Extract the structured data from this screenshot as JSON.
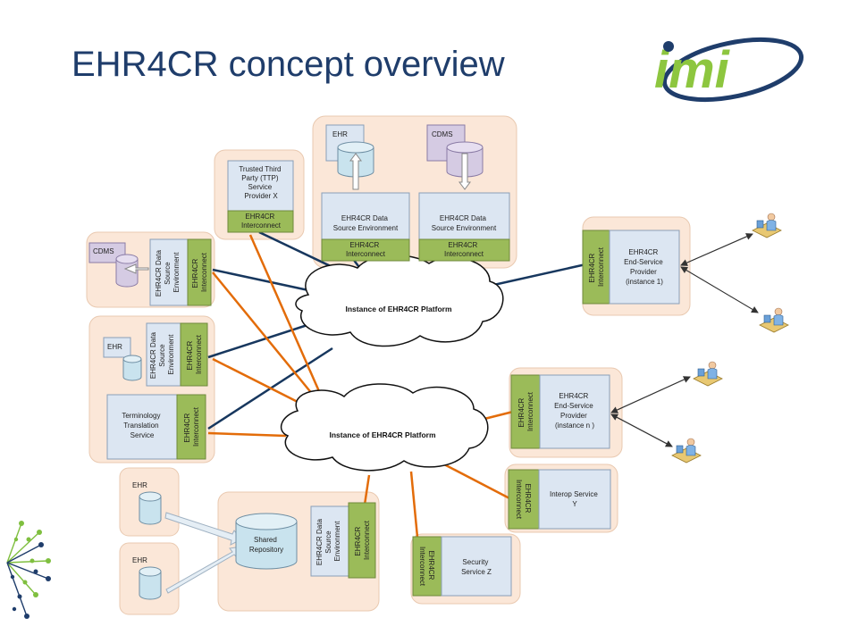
{
  "slide": {
    "title": "EHR4CR concept overview"
  },
  "logo": {
    "text": "imi"
  },
  "colors": {
    "title": "#1f3d6b",
    "cluster_fill": "#fbe7d8",
    "interconnect_green": "#9bbb59",
    "box_fill": "#dce6f2",
    "db_ehr": "#c9e3ee",
    "db_cdms": "#d5cbe3",
    "link_navy": "#17375e",
    "link_orange": "#e36c09",
    "logo_green": "#8dc63f",
    "logo_navy": "#1f3d6b"
  },
  "clouds": [
    {
      "id": "platform-1",
      "label": "Instance of EHR4CR Platform"
    },
    {
      "id": "platform-2",
      "label": "Instance of EHR4CR Platform"
    }
  ],
  "nodes": {
    "ttp": {
      "service_lines": [
        "Trusted Third",
        "Party (TTP)",
        "Service",
        "Provider X"
      ],
      "interconnect_lines": [
        "EHR4CR",
        "Interconnect"
      ]
    },
    "top_ehr": {
      "db_label": "EHR",
      "env_lines": [
        "EHR4CR Data",
        "Source Environment"
      ],
      "interconnect_lines": [
        "EHR4CR",
        "Interconnect"
      ]
    },
    "top_cdms": {
      "db_label": "CDMS",
      "env_lines": [
        "EHR4CR Data",
        "Source Environment"
      ],
      "interconnect_lines": [
        "EHR4CR",
        "Interconnect"
      ]
    },
    "left_cdms": {
      "db_label": "CDMS",
      "env_lines": [
        "EHR4CR Data",
        "Source",
        "Environment"
      ],
      "interconnect_lines": [
        "EHR4CR",
        "Interconnect"
      ]
    },
    "left_ehr": {
      "db_label": "EHR",
      "env_lines": [
        "EHR4CR Data",
        "Source",
        "Environment"
      ],
      "interconnect_lines": [
        "EHR4CR",
        "Interconnect"
      ]
    },
    "terminology": {
      "service_lines": [
        "Terminology",
        "Translation",
        "Service"
      ],
      "interconnect_lines": [
        "EHR4CR",
        "Interconnect"
      ]
    },
    "esp1": {
      "service_lines": [
        "EHR4CR",
        "End-Service",
        "Provider",
        "(instance 1)"
      ],
      "interconnect_lines": [
        "EHR4CR",
        "Interconnect"
      ]
    },
    "espn": {
      "service_lines": [
        "EHR4CR",
        "End-Service",
        "Provider",
        "(instance n )"
      ],
      "interconnect_lines": [
        "EHR4CR",
        "Interconnect"
      ]
    },
    "interop": {
      "service_lines": [
        "Interop Service",
        "Y"
      ],
      "interconnect_lines": [
        "EHR4CR",
        "Interconnect"
      ]
    },
    "security": {
      "service_lines": [
        "Security",
        "Service Z"
      ],
      "interconnect_lines": [
        "EHR4CR",
        "Interconnect"
      ]
    },
    "shared": {
      "ehr_a": "EHR",
      "ehr_b": "EHR",
      "repo_lines": [
        "Shared",
        "Repository"
      ],
      "env_lines": [
        "EHR4CR Data",
        "Source",
        "Environment"
      ],
      "interconnect_lines": [
        "EHR4CR",
        "Interconnect"
      ]
    }
  },
  "icons": [
    "user-at-desk-icon",
    "user-at-desk-icon",
    "user-at-desk-icon",
    "user-at-desk-icon",
    "dotted-burst-icon",
    "imi-logo"
  ]
}
